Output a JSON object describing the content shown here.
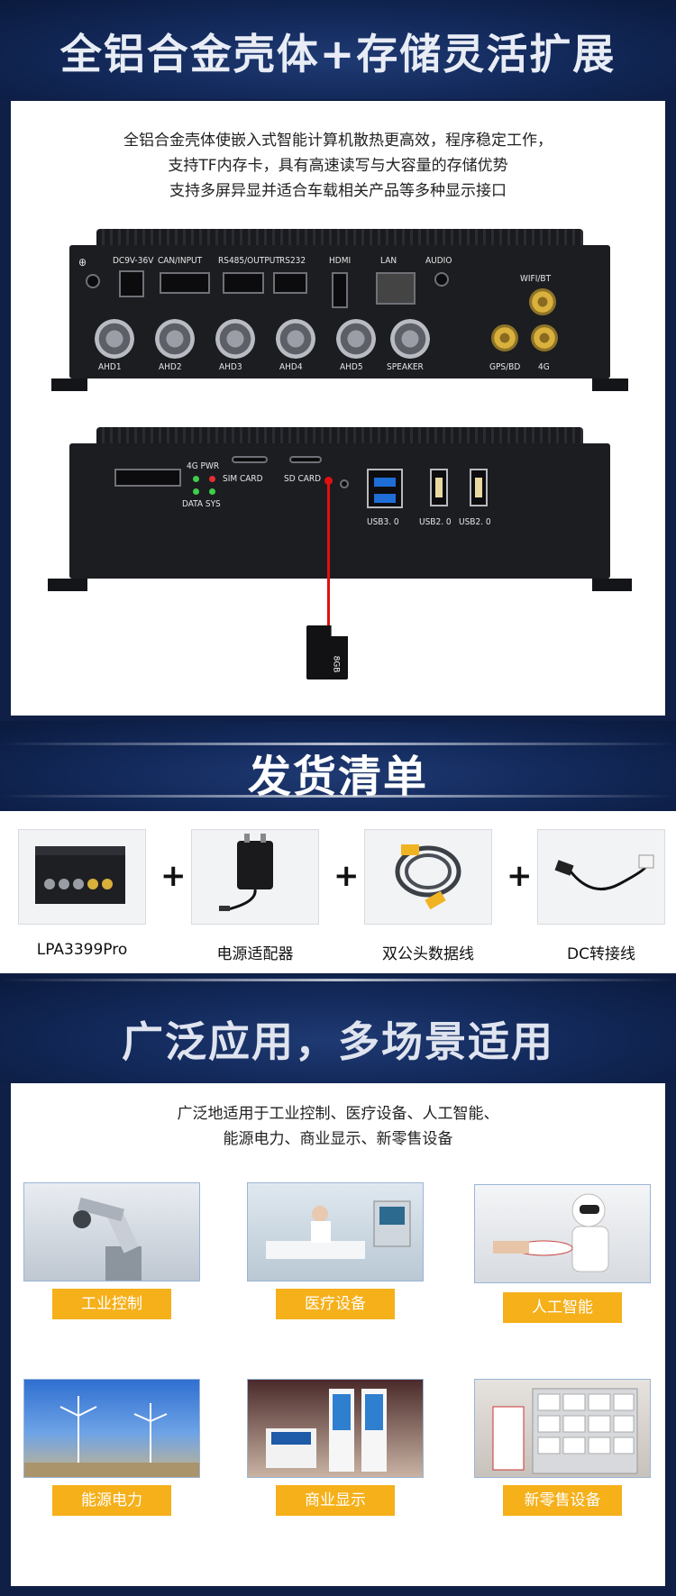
{
  "section1": {
    "title": "全铝合金壳体+存储灵活扩展",
    "desc_lines": [
      "全铝合金壳体使嵌入式智能计算机散热更高效，程序稳定工作，",
      "支持TF内存卡，具有高速读写与大容量的存储优势",
      "支持多屏异显并适合车载相关产品等多种显示接口"
    ],
    "front_panel_labels": {
      "power": "DC9V-36V",
      "can": "CAN/INPUT",
      "rs485": "RS485/OUTPUT",
      "rs232": "RS232",
      "hdmi": "HDMI",
      "lan": "LAN",
      "audio": "AUDIO",
      "wifi": "WIFI/BT",
      "ahd1": "AHD1",
      "ahd2": "AHD2",
      "ahd3": "AHD3",
      "ahd4": "AHD4",
      "ahd5": "AHD5",
      "speaker": "SPEAKER",
      "gps": "GPS/BD",
      "g4": "4G"
    },
    "rear_panel_labels": {
      "g4pwr": "4G PWR",
      "datasys": "DATA SYS",
      "sim": "SIM CARD",
      "sd": "SD CARD",
      "usb3": "USB3. 0",
      "usb2a": "USB2. 0",
      "usb2b": "USB2. 0"
    },
    "sd_card_label": "8GB"
  },
  "section2": {
    "title": "发货清单",
    "items": [
      {
        "label": "LPA3399Pro",
        "icon": "device-box-icon"
      },
      {
        "label": "电源适配器",
        "icon": "power-adapter-icon"
      },
      {
        "label": "双公头数据线",
        "icon": "usb-cable-icon"
      },
      {
        "label": "DC转接线",
        "icon": "dc-cable-icon"
      }
    ],
    "plus": "+"
  },
  "section3": {
    "title": "广泛应用，多场景适用",
    "desc_lines": [
      "广泛地适用于工业控制、医疗设备、人工智能、",
      "能源电力、商业显示、新零售设备"
    ],
    "scenes": [
      {
        "label": "工业控制"
      },
      {
        "label": "医疗设备"
      },
      {
        "label": "人工智能"
      },
      {
        "label": "能源电力"
      },
      {
        "label": "商业显示"
      },
      {
        "label": "新零售设备"
      }
    ]
  },
  "colors": {
    "band_dark": "#0b1a3d",
    "band_mid": "#1f3a73",
    "tag_orange": "#f5b01a",
    "usb3_blue": "#1f6dd6",
    "sd_line_red": "#e01010"
  }
}
